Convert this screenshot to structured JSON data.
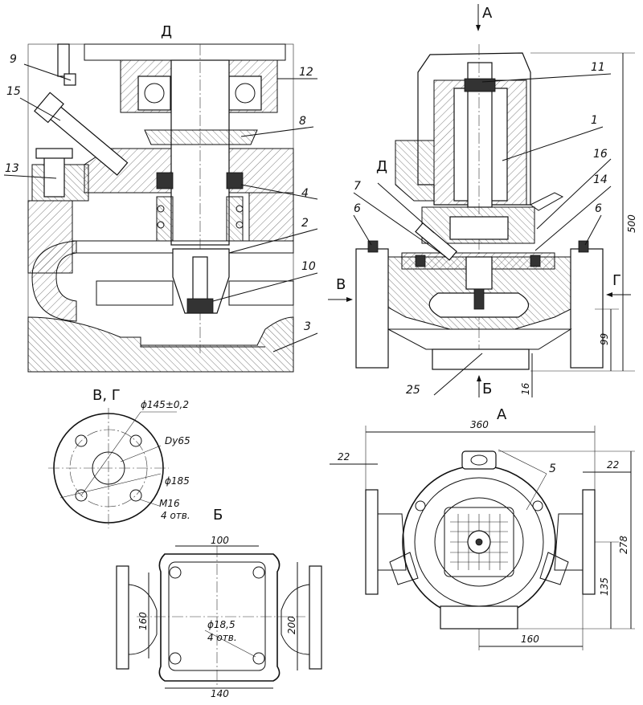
{
  "views": {
    "section_d": "Д",
    "view_a_top": "А",
    "view_b_bottom": "Б",
    "view_b_label": "Б",
    "view_vg": "В, Г",
    "view_a_plan": "А",
    "arrow_v": "В",
    "arrow_g": "Г"
  },
  "section_d_callouts": {
    "c9": "9",
    "c12": "12",
    "c15": "15",
    "c8": "8",
    "c13": "13",
    "c4": "4",
    "c2": "2",
    "c10": "10",
    "c3": "3"
  },
  "front_callouts": {
    "c11": "11",
    "c1": "1",
    "c16": "16",
    "cD": "Д",
    "c7": "7",
    "c14": "14",
    "c6a": "6",
    "c6b": "6",
    "c25": "25"
  },
  "front_dims": {
    "h500": "500",
    "h99": "99",
    "h16": "16"
  },
  "flange": {
    "bolt_circle": "ϕ145±0,2",
    "bore": "Dy65",
    "outer": "ϕ185",
    "thread": "M16",
    "holes": "4 отв."
  },
  "base": {
    "w100": "100",
    "h160": "160",
    "h200": "200",
    "hole": "ϕ18,5",
    "holes": "4 отв.",
    "w140": "140"
  },
  "plan_dims": {
    "w360": "360",
    "d22a": "22",
    "d22b": "22",
    "callout5": "5",
    "h278": "278",
    "h135": "135",
    "w160": "160"
  }
}
